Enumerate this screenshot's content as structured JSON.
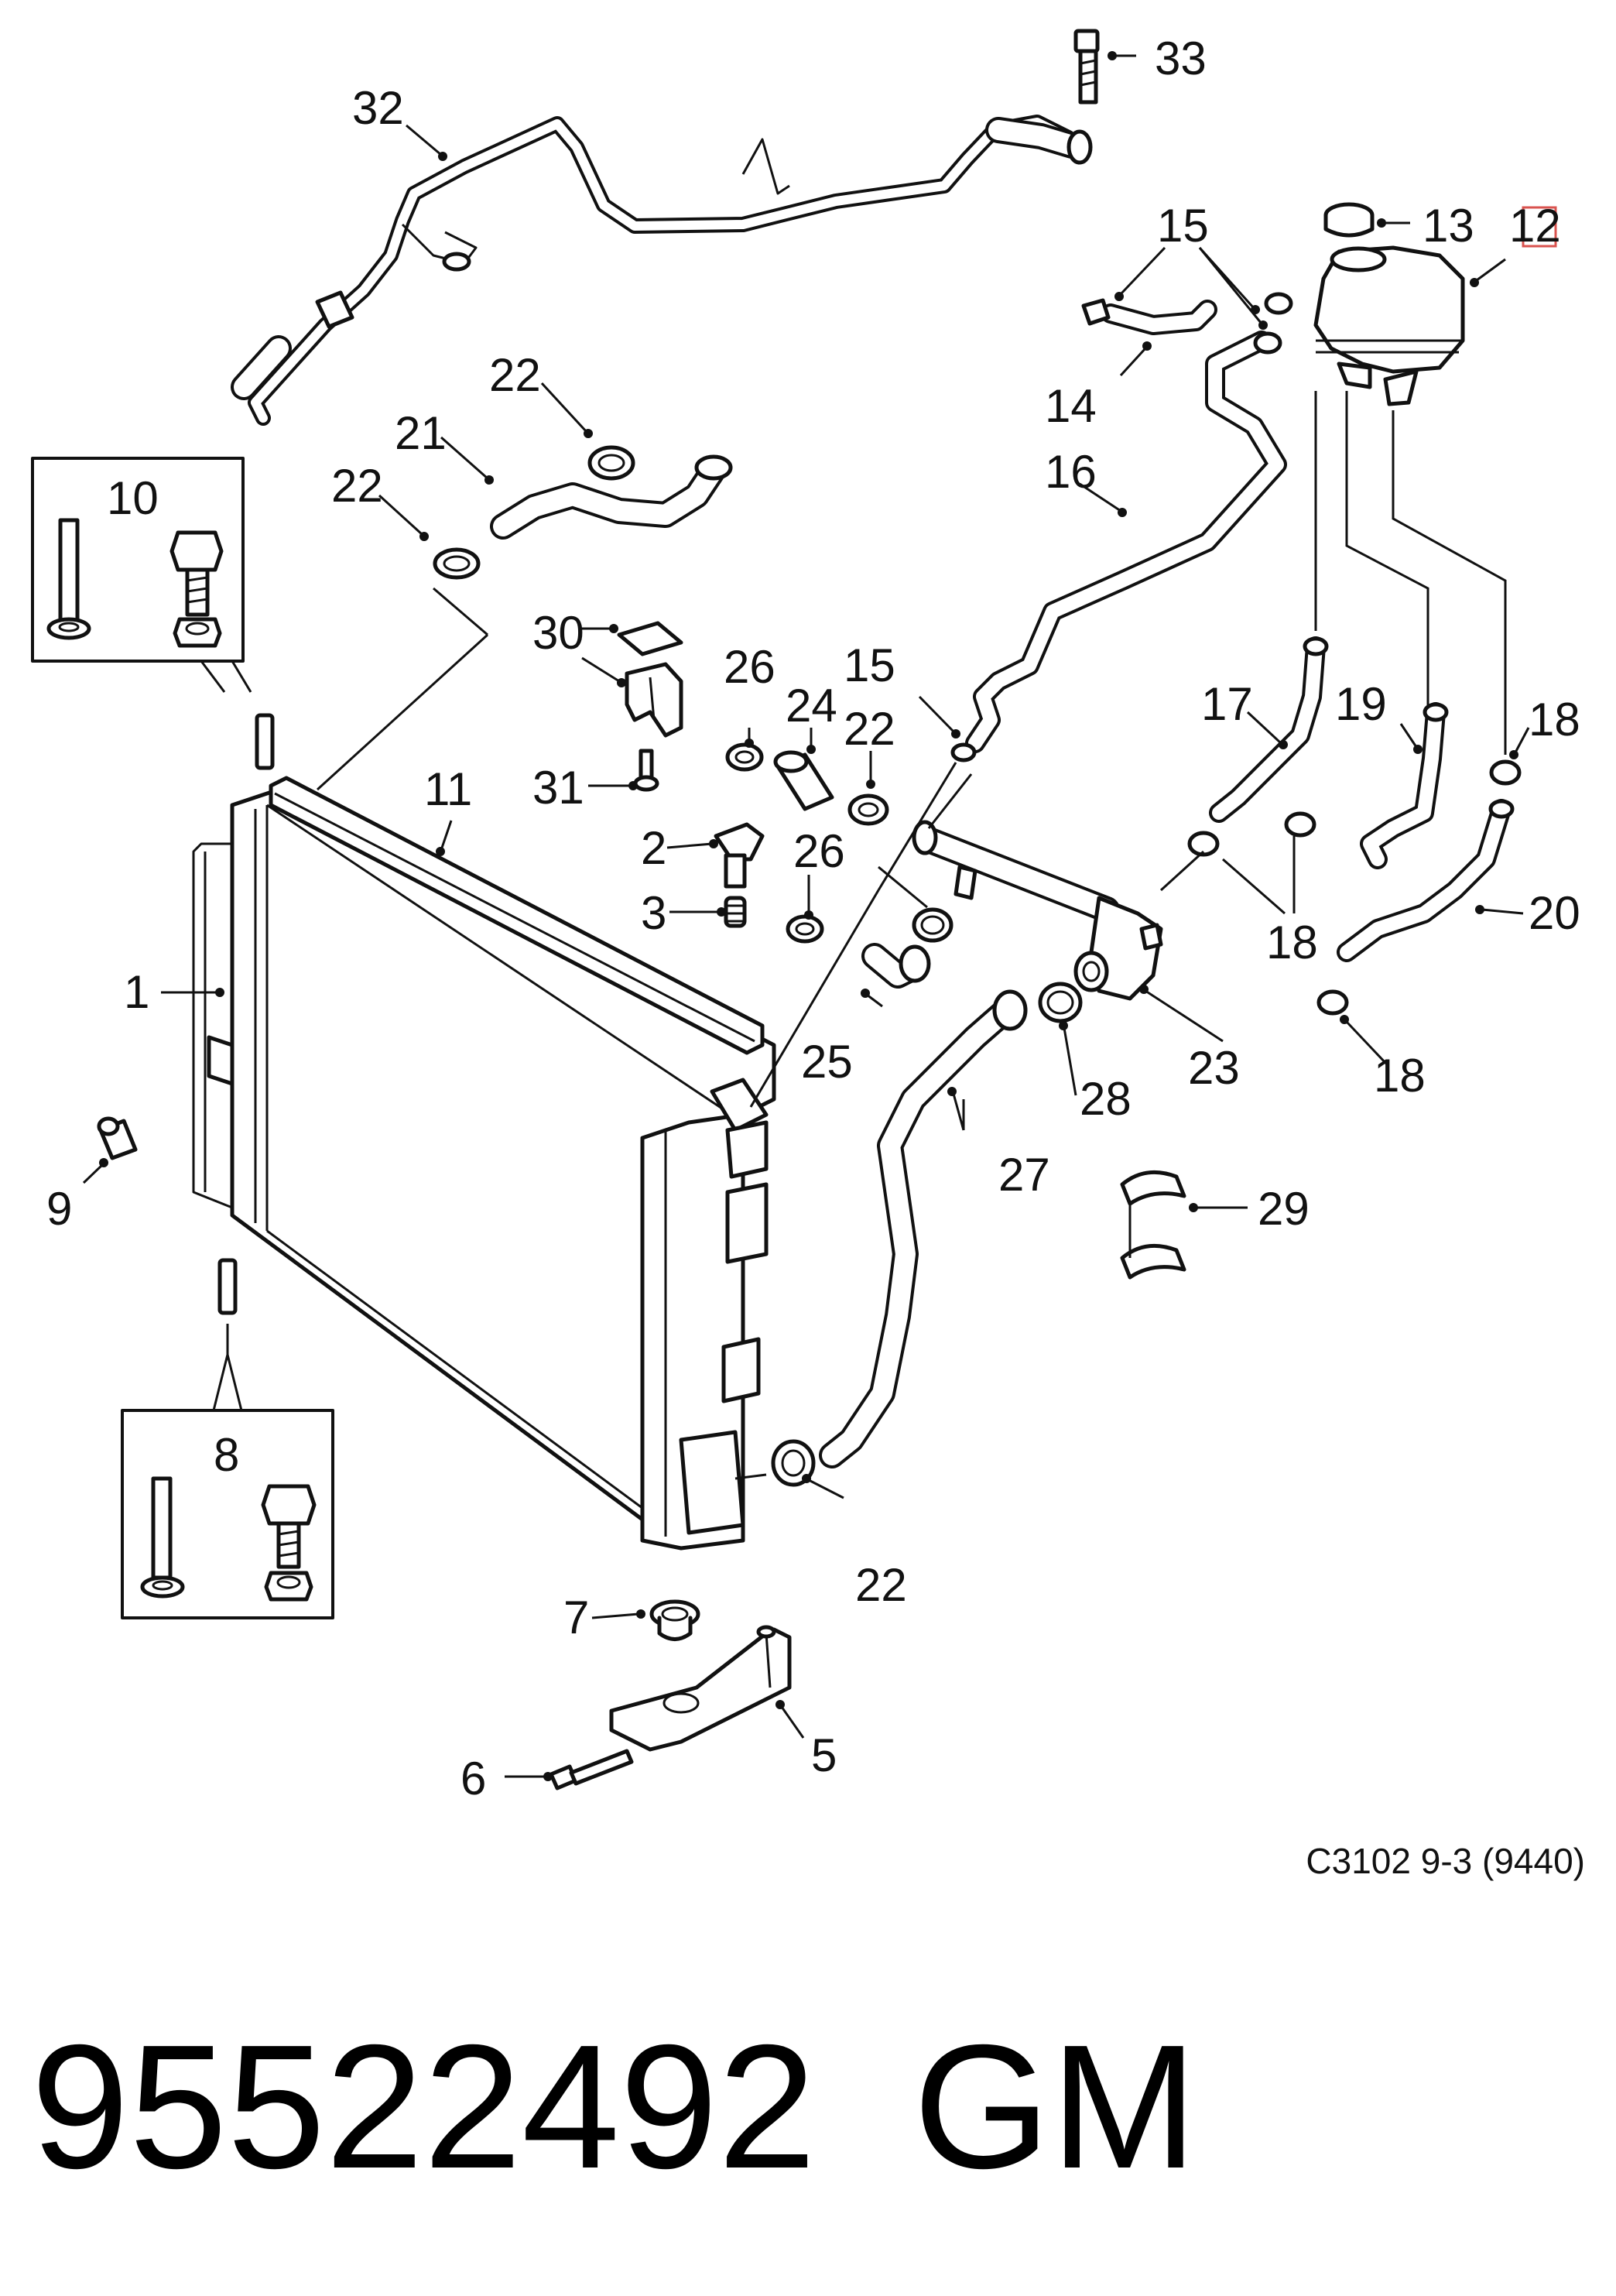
{
  "diagram": {
    "callouts": [
      {
        "id": "c1",
        "label": "1"
      },
      {
        "id": "c2",
        "label": "2"
      },
      {
        "id": "c3",
        "label": "3"
      },
      {
        "id": "c5",
        "label": "5"
      },
      {
        "id": "c6",
        "label": "6"
      },
      {
        "id": "c7",
        "label": "7"
      },
      {
        "id": "c8",
        "label": "8"
      },
      {
        "id": "c9",
        "label": "9"
      },
      {
        "id": "c10",
        "label": "10"
      },
      {
        "id": "c11",
        "label": "11"
      },
      {
        "id": "c12",
        "label": "12"
      },
      {
        "id": "c13",
        "label": "13"
      },
      {
        "id": "c14",
        "label": "14"
      },
      {
        "id": "c15a",
        "label": "15"
      },
      {
        "id": "c15b",
        "label": "15"
      },
      {
        "id": "c16",
        "label": "16"
      },
      {
        "id": "c17",
        "label": "17"
      },
      {
        "id": "c18a",
        "label": "18"
      },
      {
        "id": "c18b",
        "label": "18"
      },
      {
        "id": "c18c",
        "label": "18"
      },
      {
        "id": "c19",
        "label": "19"
      },
      {
        "id": "c20",
        "label": "20"
      },
      {
        "id": "c21",
        "label": "21"
      },
      {
        "id": "c22a",
        "label": "22"
      },
      {
        "id": "c22b",
        "label": "22"
      },
      {
        "id": "c22c",
        "label": "22"
      },
      {
        "id": "c22d",
        "label": "22"
      },
      {
        "id": "c23",
        "label": "23"
      },
      {
        "id": "c24",
        "label": "24"
      },
      {
        "id": "c25",
        "label": "25"
      },
      {
        "id": "c26a",
        "label": "26"
      },
      {
        "id": "c26b",
        "label": "26"
      },
      {
        "id": "c27",
        "label": "27"
      },
      {
        "id": "c28",
        "label": "28"
      },
      {
        "id": "c29",
        "label": "29"
      },
      {
        "id": "c30",
        "label": "30"
      },
      {
        "id": "c31",
        "label": "31"
      },
      {
        "id": "c32",
        "label": "32"
      },
      {
        "id": "c33",
        "label": "33"
      }
    ],
    "caption": "C3102 9-3 (9440)",
    "highlighted_callout": "12"
  },
  "part": {
    "number": "95522492",
    "brand": "GM"
  }
}
